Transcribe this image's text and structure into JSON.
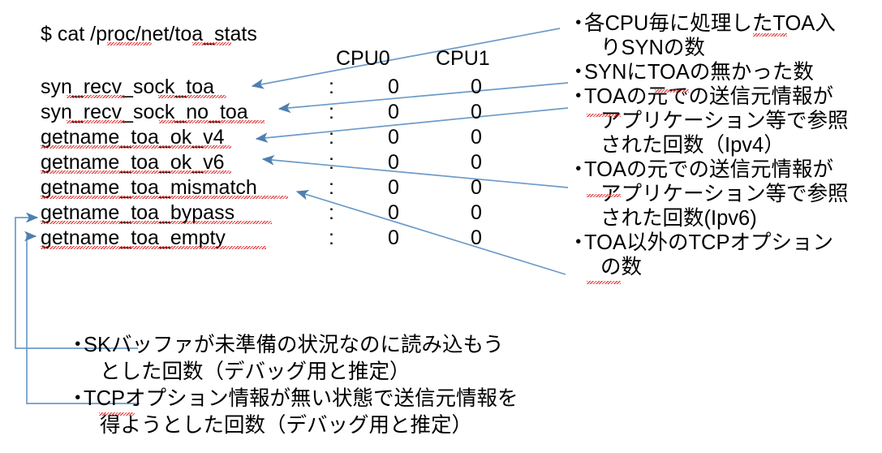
{
  "terminal": {
    "command": "$ cat /proc/net/toa_stats",
    "columns": [
      "CPU0",
      "CPU1"
    ],
    "separator": ":",
    "rows": [
      {
        "key": "syn_recv_sock_toa",
        "cpu0": "0",
        "cpu1": "0"
      },
      {
        "key": "syn_recv_sock_no_toa",
        "cpu0": "0",
        "cpu1": "0"
      },
      {
        "key": "getname_toa_ok_v4",
        "cpu0": "0",
        "cpu1": "0"
      },
      {
        "key": "getname_toa_ok_v6",
        "cpu0": "0",
        "cpu1": "0"
      },
      {
        "key": "getname_toa_mismatch",
        "cpu0": "0",
        "cpu1": "0"
      },
      {
        "key": "getname_toa_bypass",
        "cpu0": "0",
        "cpu1": "0"
      },
      {
        "key": "getname_toa_empty",
        "cpu0": "0",
        "cpu1": "0"
      }
    ]
  },
  "annotations": {
    "bullet_char": "・",
    "right": [
      {
        "line1": "各CPU毎に処理したTOA入",
        "line2": "りSYNの数",
        "line3": ""
      },
      {
        "line1": "SYNにTOAの無かった数",
        "line2": "",
        "line3": ""
      },
      {
        "line1": "TOAの元での送信元情報が",
        "line2": "アプリケーション等で参照",
        "line3": "された回数（Ipv4）"
      },
      {
        "line1": "TOAの元での送信元情報が",
        "line2": "アプリケーション等で参照",
        "line3": "された回数(Ipv6)"
      },
      {
        "line1": "TOA以外のTCPオプション",
        "line2": "の数",
        "line3": ""
      }
    ],
    "bottom": [
      {
        "line1": "SKバッファが未準備の状況なのに読み込もう",
        "line2": "とした回数（デバッグ用と推定）"
      },
      {
        "line1": "TCPオプション情報が無い状態で送信元情報を",
        "line2": "得ようとした回数（デバッグ用と推定）"
      }
    ]
  },
  "colors": {
    "connector": "#5b8cbe",
    "text": "#000000",
    "background": "#ffffff",
    "spellcheck": "#e03a3a"
  }
}
